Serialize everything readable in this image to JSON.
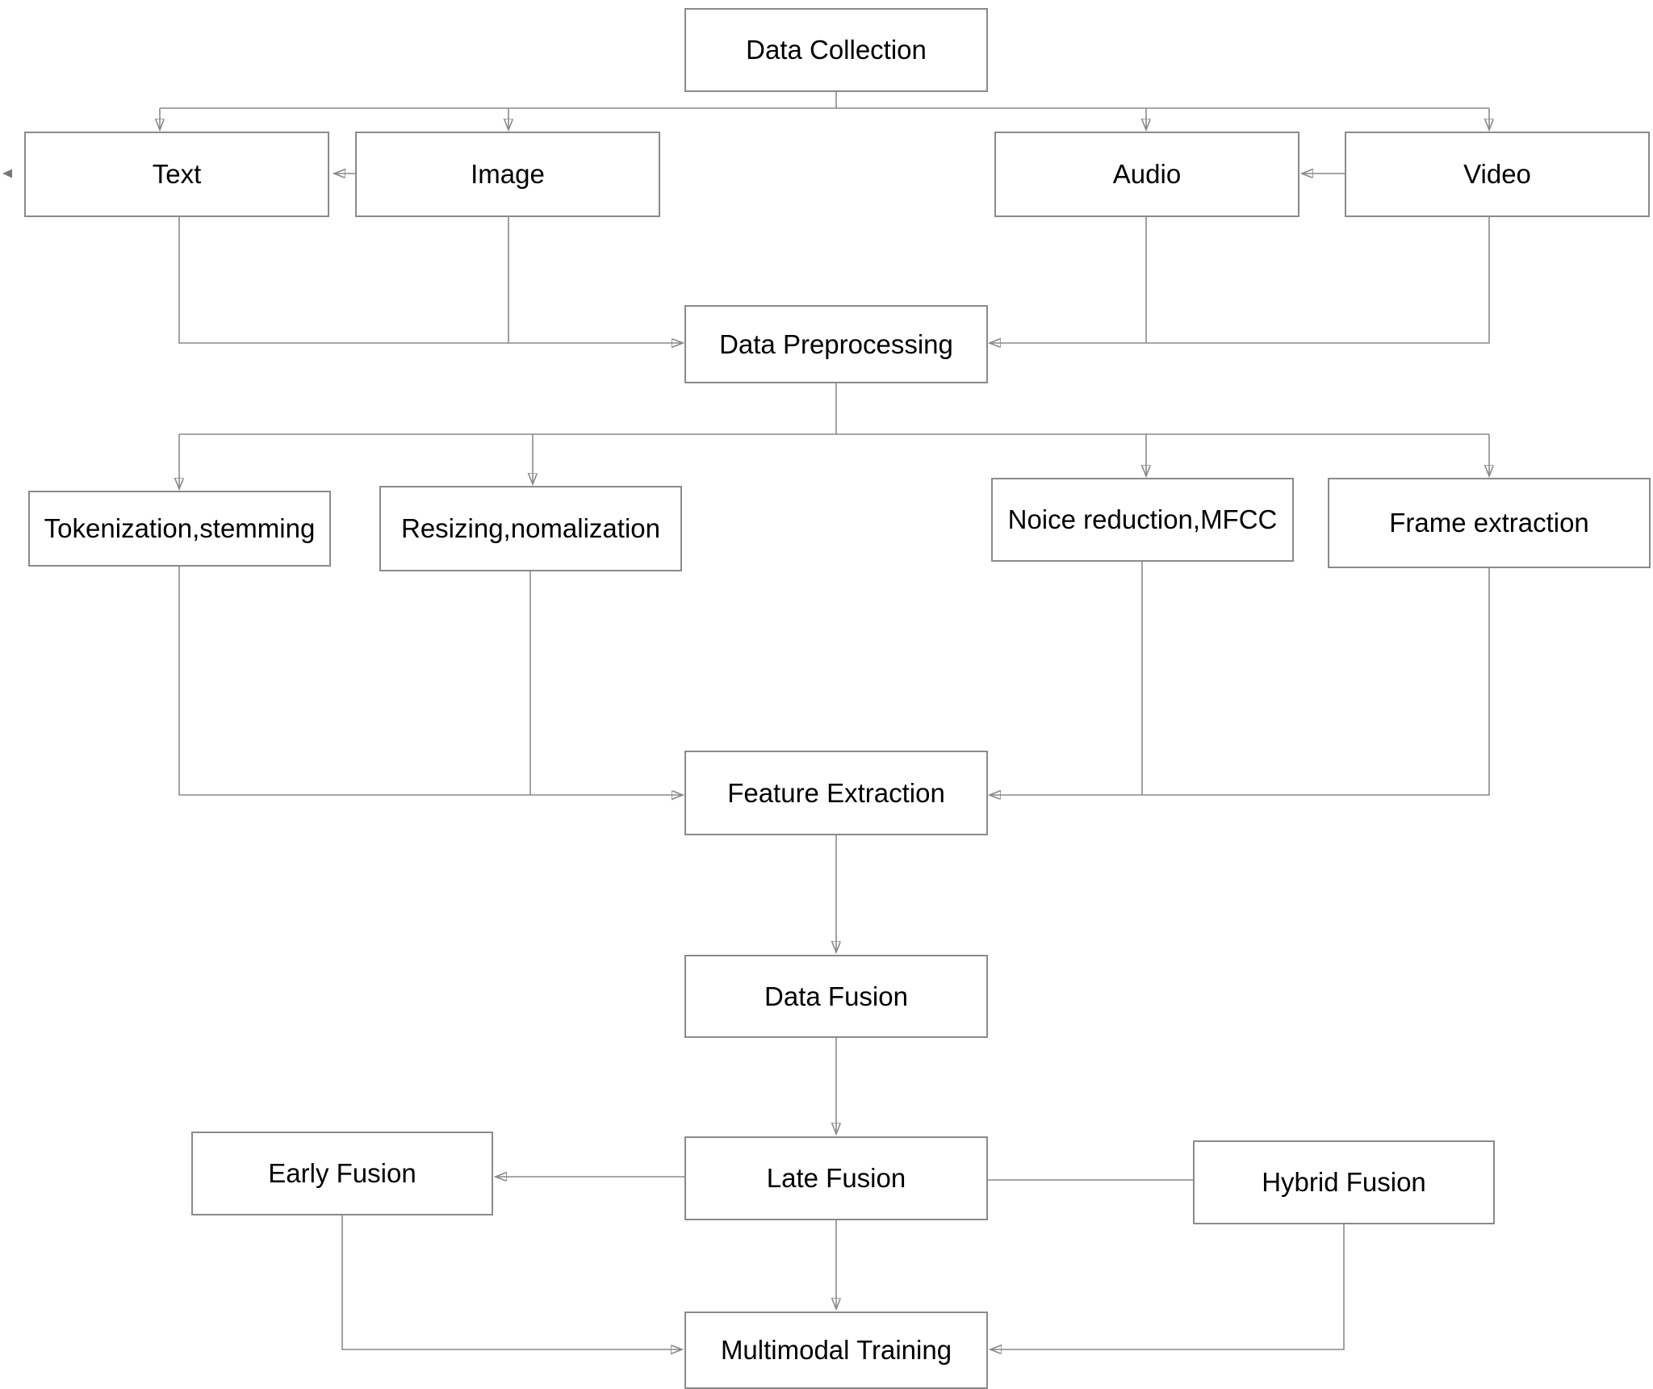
{
  "diagram": {
    "type": "flowchart",
    "title": "Multimodal data processing pipeline",
    "nodes": {
      "data_collection": {
        "label": "Data Collection"
      },
      "text": {
        "label": "Text"
      },
      "image": {
        "label": "Image"
      },
      "audio": {
        "label": "Audio"
      },
      "video": {
        "label": "Video"
      },
      "data_preprocessing": {
        "label": "Data Preprocessing"
      },
      "tokenization": {
        "label": "Tokenization,stemming"
      },
      "resizing": {
        "label": "Resizing,nomalization"
      },
      "noise_reduction": {
        "label": "Noice reduction,MFCC"
      },
      "frame_extraction": {
        "label": "Frame extraction"
      },
      "feature_extraction": {
        "label": "Feature Extraction"
      },
      "data_fusion": {
        "label": "Data Fusion"
      },
      "early_fusion": {
        "label": "Early Fusion"
      },
      "late_fusion": {
        "label": "Late Fusion"
      },
      "hybrid_fusion": {
        "label": "Hybrid Fusion"
      },
      "multimodal_training": {
        "label": "Multimodal Training"
      }
    },
    "edges": [
      {
        "from": "Data Collection",
        "to": "Text"
      },
      {
        "from": "Data Collection",
        "to": "Image"
      },
      {
        "from": "Data Collection",
        "to": "Audio"
      },
      {
        "from": "Data Collection",
        "to": "Video"
      },
      {
        "from": "Image",
        "to": "Text"
      },
      {
        "from": "Video",
        "to": "Audio"
      },
      {
        "from": "Text",
        "to": "Data Preprocessing"
      },
      {
        "from": "Image",
        "to": "Data Preprocessing"
      },
      {
        "from": "Audio",
        "to": "Data Preprocessing"
      },
      {
        "from": "Video",
        "to": "Data Preprocessing"
      },
      {
        "from": "Data Preprocessing",
        "to": "Tokenization,stemming"
      },
      {
        "from": "Data Preprocessing",
        "to": "Resizing,nomalization"
      },
      {
        "from": "Data Preprocessing",
        "to": "Noice reduction,MFCC"
      },
      {
        "from": "Data Preprocessing",
        "to": "Frame extraction"
      },
      {
        "from": "Tokenization,stemming",
        "to": "Feature Extraction"
      },
      {
        "from": "Resizing,nomalization",
        "to": "Feature Extraction"
      },
      {
        "from": "Noice reduction,MFCC",
        "to": "Feature Extraction"
      },
      {
        "from": "Frame extraction",
        "to": "Feature Extraction"
      },
      {
        "from": "Feature Extraction",
        "to": "Data Fusion"
      },
      {
        "from": "Data Fusion",
        "to": "Late Fusion"
      },
      {
        "from": "Late Fusion",
        "to": "Early Fusion"
      },
      {
        "from": "Hybrid Fusion",
        "to": "Late Fusion"
      },
      {
        "from": "Early Fusion",
        "to": "Multimodal Training"
      },
      {
        "from": "Late Fusion",
        "to": "Multimodal Training"
      },
      {
        "from": "Hybrid Fusion",
        "to": "Multimodal Training"
      }
    ],
    "colors": {
      "background": "#ffffff",
      "box_border": "#8a8a8a",
      "line": "#8a8a8a",
      "arrow": "#777777",
      "text": "#000000"
    }
  }
}
